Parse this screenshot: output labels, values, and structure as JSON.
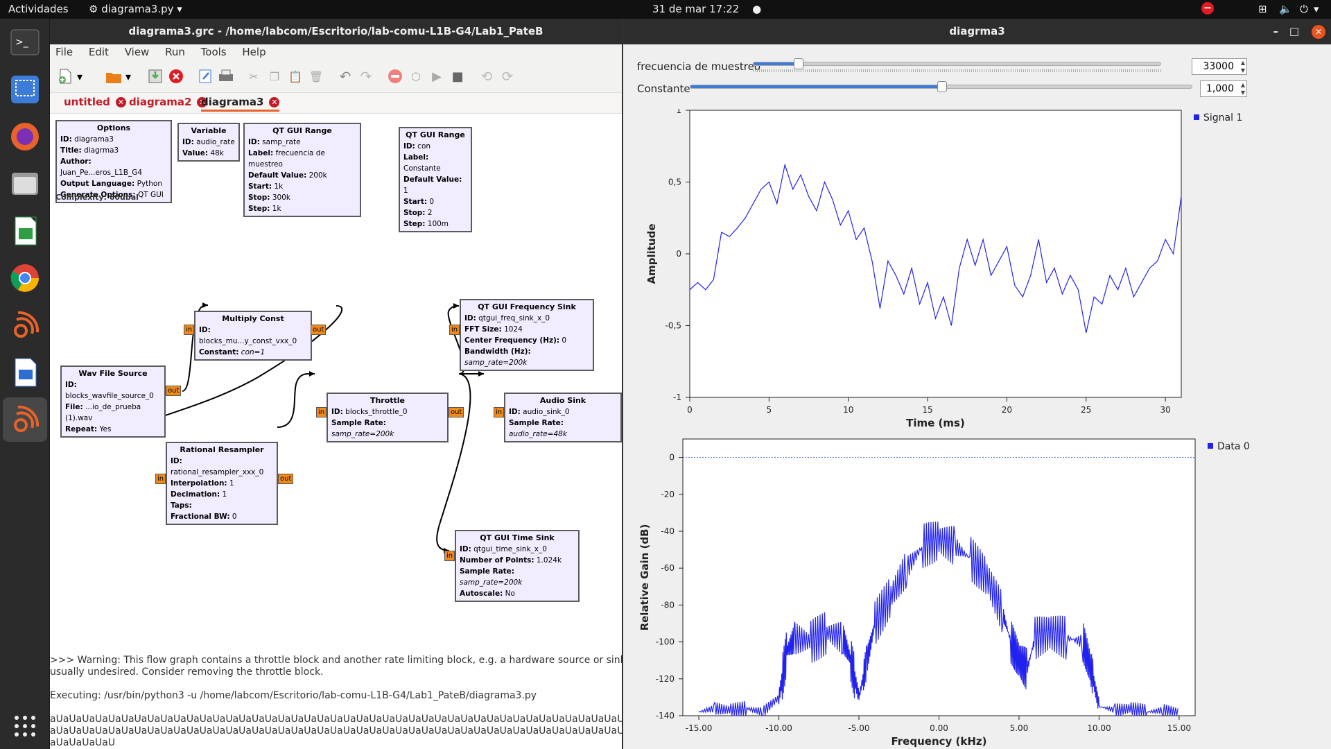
{
  "topbar": {
    "activities": "Actividades",
    "app_name": "diagrama3.py",
    "datetime": "31 de mar  17:22"
  },
  "grc": {
    "title": "diagrama3.grc - /home/labcom/Escritorio/lab-comu-L1B-G4/Lab1_PateB",
    "menu": [
      "File",
      "Edit",
      "View",
      "Run",
      "Tools",
      "Help"
    ],
    "tabs": [
      "untitled",
      "diagrama2",
      "diagrama3"
    ],
    "complexity": "Complexity: 60ubal",
    "blocks": {
      "options": {
        "title": "Options",
        "rows": [
          [
            "ID:",
            " diagrama3"
          ],
          [
            "Title:",
            " diagrma3"
          ],
          [
            "Author:",
            " Juan_Pe...eros_L1B_G4"
          ],
          [
            "Output Language:",
            " Python"
          ],
          [
            "Generate Options:",
            " QT GUI"
          ]
        ]
      },
      "variable": {
        "title": "Variable",
        "rows": [
          [
            "ID:",
            " audio_rate"
          ],
          [
            "Value:",
            " 48k"
          ]
        ]
      },
      "range1": {
        "title": "QT GUI Range",
        "rows": [
          [
            "ID:",
            " samp_rate"
          ],
          [
            "Label:",
            " frecuencia de muestreo"
          ],
          [
            "Default Value:",
            " 200k"
          ],
          [
            "Start:",
            " 1k"
          ],
          [
            "Stop:",
            " 300k"
          ],
          [
            "Step:",
            " 1k"
          ]
        ]
      },
      "range2": {
        "title": "QT GUI Range",
        "rows": [
          [
            "ID:",
            " con"
          ],
          [
            "Label:",
            " Constante"
          ],
          [
            "Default Value:",
            " 1"
          ],
          [
            "Start:",
            " 0"
          ],
          [
            "Stop:",
            " 2"
          ],
          [
            "Step:",
            " 100m"
          ]
        ]
      },
      "multiply": {
        "title": "Multiply Const",
        "rows": [
          [
            "ID:",
            " blocks_mu...y_const_vxx_0"
          ],
          [
            "Constant:",
            " con=1"
          ]
        ]
      },
      "wav": {
        "title": "Wav File Source",
        "rows": [
          [
            "ID:",
            " blocks_wavfile_source_0"
          ],
          [
            "File:",
            " ...io_de_prueba (1).wav"
          ],
          [
            "Repeat:",
            " Yes"
          ]
        ]
      },
      "resampler": {
        "title": "Rational Resampler",
        "rows": [
          [
            "ID:",
            " rational_resampler_xxx_0"
          ],
          [
            "Interpolation:",
            " 1"
          ],
          [
            "Decimation:",
            " 1"
          ],
          [
            "Taps:",
            ""
          ],
          [
            "Fractional BW:",
            " 0"
          ]
        ]
      },
      "throttle": {
        "title": "Throttle",
        "rows": [
          [
            "ID:",
            " blocks_throttle_0"
          ],
          [
            "Sample Rate:",
            " samp_rate=200k"
          ]
        ]
      },
      "freqsink": {
        "title": "QT GUI Frequency Sink",
        "rows": [
          [
            "ID:",
            " qtgui_freq_sink_x_0"
          ],
          [
            "FFT Size:",
            " 1024"
          ],
          [
            "Center Frequency (Hz):",
            " 0"
          ],
          [
            "Bandwidth (Hz):",
            " samp_rate=200k"
          ]
        ]
      },
      "audiosink": {
        "title": "Audio Sink",
        "rows": [
          [
            "ID:",
            " audio_sink_0"
          ],
          [
            "Sample Rate:",
            " audio_rate=48k"
          ]
        ]
      },
      "timesink": {
        "title": "QT GUI Time Sink",
        "rows": [
          [
            "ID:",
            " qtgui_time_sink_x_0"
          ],
          [
            "Number of Points:",
            " 1.024k"
          ],
          [
            "Sample Rate:",
            " samp_rate=200k"
          ],
          [
            "Autoscale:",
            " No"
          ]
        ]
      }
    },
    "port_in": "in",
    "port_out": "out",
    "console": [
      ">>> Warning: This flow graph contains a throttle block and another rate limiting block, e.g. a hardware source or sink. This is",
      "usually undesired. Consider removing the throttle block.",
      "",
      "Executing: /usr/bin/python3 -u /home/labcom/Escritorio/lab-comu-L1B-G4/Lab1_PateB/diagrama3.py",
      "",
      "aUaUaUaUaUaUaUaUaUaUaUaUaUaUaUaUaUaUaUaUaUaUaUaUaUaUaUaUaUaUaUaUaUaUaUaUaUaUaUaUaUaUaUaUaUaUaUaUaUaUaUaUaUaUaUaUaUaU-",
      "aUaUaUaUaUaUaUaUaUaUaUaUaUaUaUaUaUaUaUaUaUaUaUaUaUaUaUaUaUaUaUaUaUaUaUaUaUaUaUaUaUaUaUaUaUaUaUaUaUaUaUaUaUaUaUaUaUaU-",
      "aUaUaUaUaU"
    ]
  },
  "plot": {
    "title": "diagrma3",
    "slider1": {
      "label": "frecuencia de muestreo",
      "value": "33000",
      "fraction": 0.11
    },
    "slider2": {
      "label": "Constante",
      "value": "1,000",
      "fraction": 0.5
    }
  },
  "chart_data": [
    {
      "type": "line",
      "xlabel": "Time (ms)",
      "ylabel": "Amplitude",
      "xlim": [
        0,
        31
      ],
      "ylim": [
        -1,
        1
      ],
      "xticks": [
        "0",
        "5",
        "10",
        "15",
        "20",
        "25",
        "30"
      ],
      "yticks": [
        "1",
        "0,5",
        "0",
        "-0,5",
        "-1"
      ],
      "legend": "top-right",
      "series": [
        {
          "name": "Signal 1",
          "color": "#2222ee",
          "x": [
            0,
            0.5,
            1,
            1.5,
            2,
            2.5,
            3,
            3.5,
            4,
            4.5,
            5,
            5.5,
            6,
            6.5,
            7,
            7.5,
            8,
            8.5,
            9,
            9.5,
            10,
            10.5,
            11,
            11.5,
            12,
            12.5,
            13,
            13.5,
            14,
            14.5,
            15,
            15.5,
            16,
            16.5,
            17,
            17.5,
            18,
            18.5,
            19,
            19.5,
            20,
            20.5,
            21,
            21.5,
            22,
            22.5,
            23,
            23.5,
            24,
            24.5,
            25,
            25.5,
            26,
            26.5,
            27,
            27.5,
            28,
            28.5,
            29,
            29.5,
            30,
            30.5,
            31
          ],
          "y": [
            -0.25,
            -0.2,
            -0.25,
            -0.18,
            0.15,
            0.12,
            0.18,
            0.25,
            0.35,
            0.45,
            0.5,
            0.35,
            0.62,
            0.45,
            0.55,
            0.4,
            0.3,
            0.5,
            0.38,
            0.2,
            0.3,
            0.1,
            0.18,
            -0.05,
            -0.38,
            -0.05,
            -0.15,
            -0.28,
            -0.1,
            -0.35,
            -0.2,
            -0.45,
            -0.3,
            -0.5,
            -0.1,
            0.1,
            -0.08,
            0.1,
            -0.15,
            -0.05,
            0.05,
            -0.22,
            -0.3,
            -0.15,
            0.1,
            -0.2,
            -0.1,
            -0.28,
            -0.15,
            -0.25,
            -0.55,
            -0.3,
            -0.35,
            -0.15,
            -0.25,
            -0.1,
            -0.3,
            -0.2,
            -0.1,
            -0.05,
            0.1,
            0.0,
            0.4
          ]
        }
      ]
    },
    {
      "type": "line",
      "xlabel": "Frequency (kHz)",
      "ylabel": "Relative Gain (dB)",
      "xlim": [
        -16,
        16
      ],
      "ylim": [
        -140,
        10
      ],
      "xticks": [
        "-15.00",
        "-10.00",
        "-5.00",
        "0.00",
        "5.00",
        "10.00",
        "15.00"
      ],
      "yticks": [
        "0",
        "-20",
        "-40",
        "-60",
        "-80",
        "-100",
        "-120",
        "-140"
      ],
      "legend": "top-right",
      "series": [
        {
          "name": "Data 0",
          "color": "#2222ee",
          "x": [
            -15,
            -14,
            -13,
            -12,
            -11,
            -10,
            -9.5,
            -9,
            -8,
            -7,
            -6,
            -5.5,
            -5,
            -4.5,
            -4,
            -3,
            -2,
            -1,
            0,
            1,
            2,
            3,
            4,
            4.5,
            5,
            5.5,
            6,
            7,
            8,
            9,
            9.5,
            10,
            11,
            12,
            13,
            14,
            15
          ],
          "y": [
            -138,
            -136,
            -137,
            -136,
            -138,
            -130,
            -105,
            -98,
            -100,
            -95,
            -98,
            -110,
            -130,
            -110,
            -90,
            -75,
            -60,
            -48,
            -45,
            -48,
            -55,
            -65,
            -85,
            -100,
            -110,
            -115,
            -98,
            -95,
            -98,
            -100,
            -115,
            -135,
            -137,
            -136,
            -138,
            -137,
            -138
          ]
        }
      ]
    }
  ]
}
